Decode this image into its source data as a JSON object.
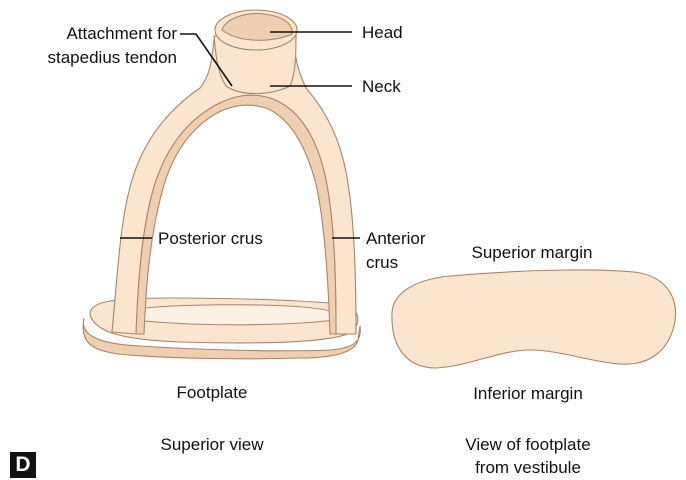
{
  "labels": {
    "head": "Head",
    "neck": "Neck",
    "attachment_line1": "Attachment for",
    "attachment_line2": "stapedius tendon",
    "posterior_crus": "Posterior crus",
    "anterior_crus_line1": "Anterior",
    "anterior_crus_line2": "crus",
    "footplate": "Footplate",
    "superior_view": "Superior view",
    "superior_margin": "Superior margin",
    "inferior_margin": "Inferior margin",
    "vestibule_line1": "View of footplate",
    "vestibule_line2": "from vestibule"
  },
  "panel_letter": "D",
  "colors": {
    "bone_fill": "#fbe5cf",
    "bone_shadow": "#f0cfb0",
    "bone_outline": "#a9856a",
    "leader_line": "#111111",
    "text": "#111111"
  }
}
